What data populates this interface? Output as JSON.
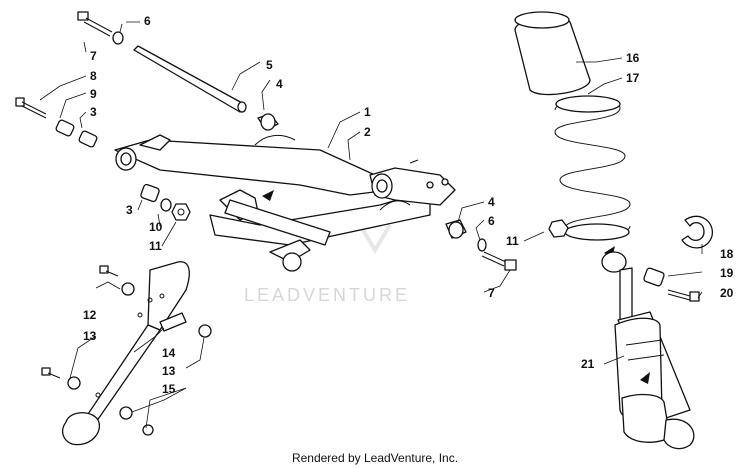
{
  "watermark": "LEADVENTURE",
  "footer": "Rendered by LeadVenture, Inc.",
  "callouts": {
    "c1": "1",
    "c2": "2",
    "c3a": "3",
    "c3b": "3",
    "c4a": "4",
    "c4b": "4",
    "c5": "5",
    "c6a": "6",
    "c6b": "6",
    "c7a": "7",
    "c7b": "7",
    "c8": "8",
    "c9": "9",
    "c10": "10",
    "c11a": "11",
    "c11b": "11",
    "c12": "12",
    "c13a": "13",
    "c13b": "13",
    "c14": "14",
    "c15": "15",
    "c16": "16",
    "c17": "17",
    "c18": "18",
    "c19": "19",
    "c20": "20",
    "c21": "21"
  }
}
